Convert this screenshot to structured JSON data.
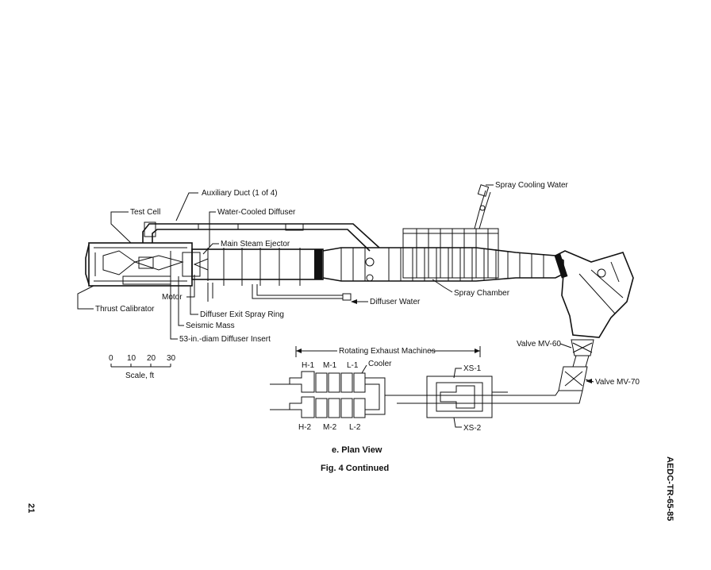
{
  "labels": {
    "aux_duct": "Auxiliary Duct (1 of 4)",
    "test_cell": "Test Cell",
    "water_cooled_diffuser": "Water-Cooled Diffuser",
    "main_steam_ejector": "Main Steam Ejector",
    "spray_cooling_water": "Spray Cooling Water",
    "motor": "Motor",
    "thrust_calibrator": "Thrust Calibrator",
    "diffuser_exit_spray_ring": "Diffuser Exit Spray Ring",
    "seismic_mass": "Seismic Mass",
    "diffuser_insert": "53-in.-diam Diffuser Insert",
    "diffuser_water": "Diffuser Water",
    "spray_chamber": "Spray Chamber",
    "valve_mv60": "Valve MV-60",
    "valve_mv70": "Valve MV-70",
    "rotating_exhaust": "Rotating Exhaust Machines",
    "cooler": "Cooler",
    "h1": "H-1",
    "m1": "M-1",
    "l1": "L-1",
    "h2": "H-2",
    "m2": "M-2",
    "l2": "L-2",
    "xs1": "XS-1",
    "xs2": "XS-2"
  },
  "scale": {
    "ticks": [
      "0",
      "10",
      "20",
      "30"
    ],
    "caption": "Scale, ft"
  },
  "captions": {
    "subfigure": "e.  Plan View",
    "figure": "Fig. 4  Continued"
  },
  "sidebar": {
    "report_number": "AEDC-TR-65-85",
    "page_number": "21"
  }
}
